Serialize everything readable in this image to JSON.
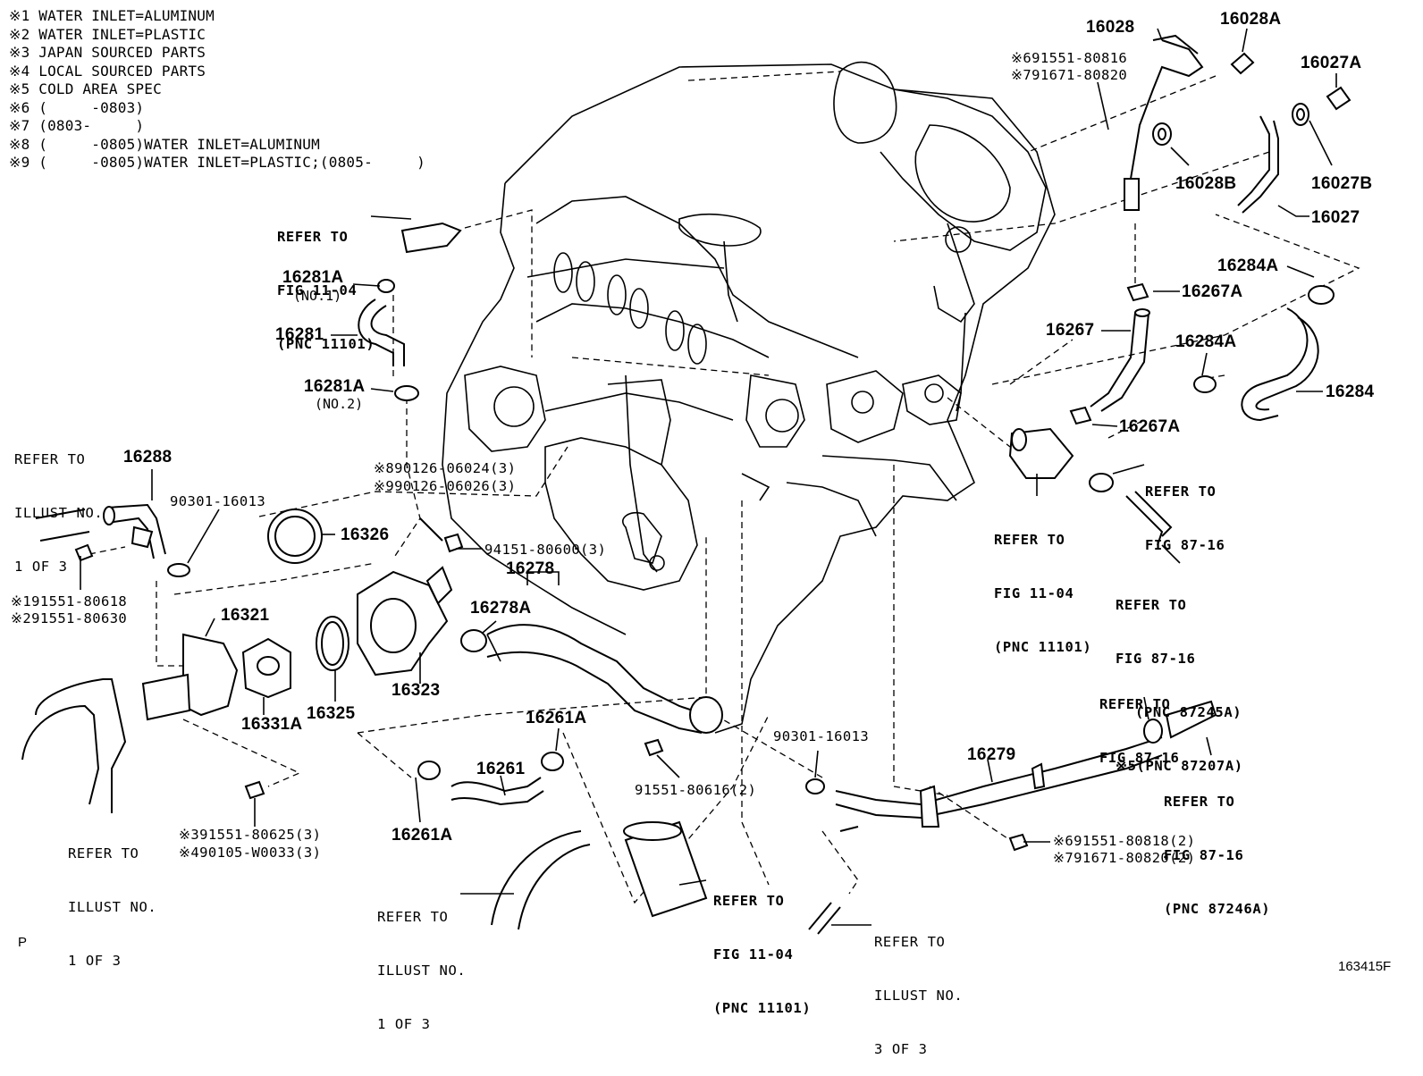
{
  "notes": [
    "※1 WATER INLET=ALUMINUM",
    "※2 WATER INLET=PLASTIC",
    "※3 JAPAN SOURCED PARTS",
    "※4 LOCAL SOURCED PARTS",
    "※5 COLD AREA SPEC",
    "※6 (     -0803)",
    "※7 (0803-     )",
    "※8 (     -0805)WATER INLET=ALUMINUM",
    "※9 (     -0805)WATER INLET=PLASTIC;(0805-     )"
  ],
  "parts": {
    "p16028": "16028",
    "p16028A": "16028A",
    "p16027A": "16027A",
    "p16028B": "16028B",
    "p16027B": "16027B",
    "p16027": "16027",
    "p16284A_1": "16284A",
    "p16267A_1": "16267A",
    "p16267": "16267",
    "p16284A_2": "16284A",
    "p16284": "16284",
    "p16267A_2": "16267A",
    "p16281A_1": "16281A",
    "p16281": "16281",
    "p16281A_2": "16281A",
    "p16288": "16288",
    "p16326": "16326",
    "p16278": "16278",
    "p16278A": "16278A",
    "p16321": "16321",
    "p16323": "16323",
    "p16331A": "16331A",
    "p16325": "16325",
    "p16261A_1": "16261A",
    "p16261": "16261",
    "p16261A_2": "16261A",
    "p16279": "16279"
  },
  "numbers": {
    "n91551_80816": "※691551-80816",
    "n91671_80820a": "※791671-80820",
    "n90126_06024": "※890126-06024(3)",
    "n90126_06026": "※990126-06026(3)",
    "n90301_16013a": "90301-16013",
    "n94151_80600": "94151-80600(3)",
    "n91551_80618": "※191551-80618",
    "n91551_80630": "※291551-80630",
    "n91551_80625": "※391551-80625(3)",
    "n90105_W0033": "※490105-W0033(3)",
    "n90301_16013b": "90301-16013",
    "n91551_80616": "91551-80616(2)",
    "n91551_80818": "※691551-80818(2)",
    "n91671_80820b": "※791671-80820(2)"
  },
  "subs": {
    "no1": "(NO.1)",
    "no2": "(NO.2)"
  },
  "refs": {
    "r_fig1104_top_1": "REFER TO",
    "r_fig1104_top_2": "FIG 11-04",
    "r_fig1104_top_3": "(PNC 11101)",
    "r_illust_left_1": "REFER TO",
    "r_illust_left_2": "ILLUST NO.",
    "r_illust_left_3": "1 OF 3",
    "r_fig1104_mid_1": "REFER TO",
    "r_fig1104_mid_2": "FIG 11-04",
    "r_fig1104_mid_3": "(PNC 11101)",
    "r_fig8716_a_1": "REFER TO",
    "r_fig8716_a_2": "FIG 87-16",
    "r_fig8716_b_1": "REFER TO",
    "r_fig8716_b_2": "FIG 87-16",
    "r_fig8716_b_3": "(PNC 87245A)",
    "r_fig8716_b_4": "※5(PNC 87207A)",
    "r_fig8716_c_1": "REFER TO",
    "r_fig8716_c_2": "FIG 87-16",
    "r_fig8716_d_1": "REFER TO",
    "r_fig8716_d_2": "FIG 87-16",
    "r_fig8716_d_3": "(PNC 87246A)",
    "r_illust_bl_1": "REFER TO",
    "r_illust_bl_2": "ILLUST NO.",
    "r_illust_bl_3": "1 OF 3",
    "r_illust_bm_1": "REFER TO",
    "r_illust_bm_2": "ILLUST NO.",
    "r_illust_bm_3": "1 OF 3",
    "r_fig1104_bot_1": "REFER TO",
    "r_fig1104_bot_2": "FIG 11-04",
    "r_fig1104_bot_3": "(PNC 11101)",
    "r_illust_br_1": "REFER TO",
    "r_illust_br_2": "ILLUST NO.",
    "r_illust_br_3": "3 OF 3"
  },
  "corner_left": "P",
  "figure_id": "163415F"
}
